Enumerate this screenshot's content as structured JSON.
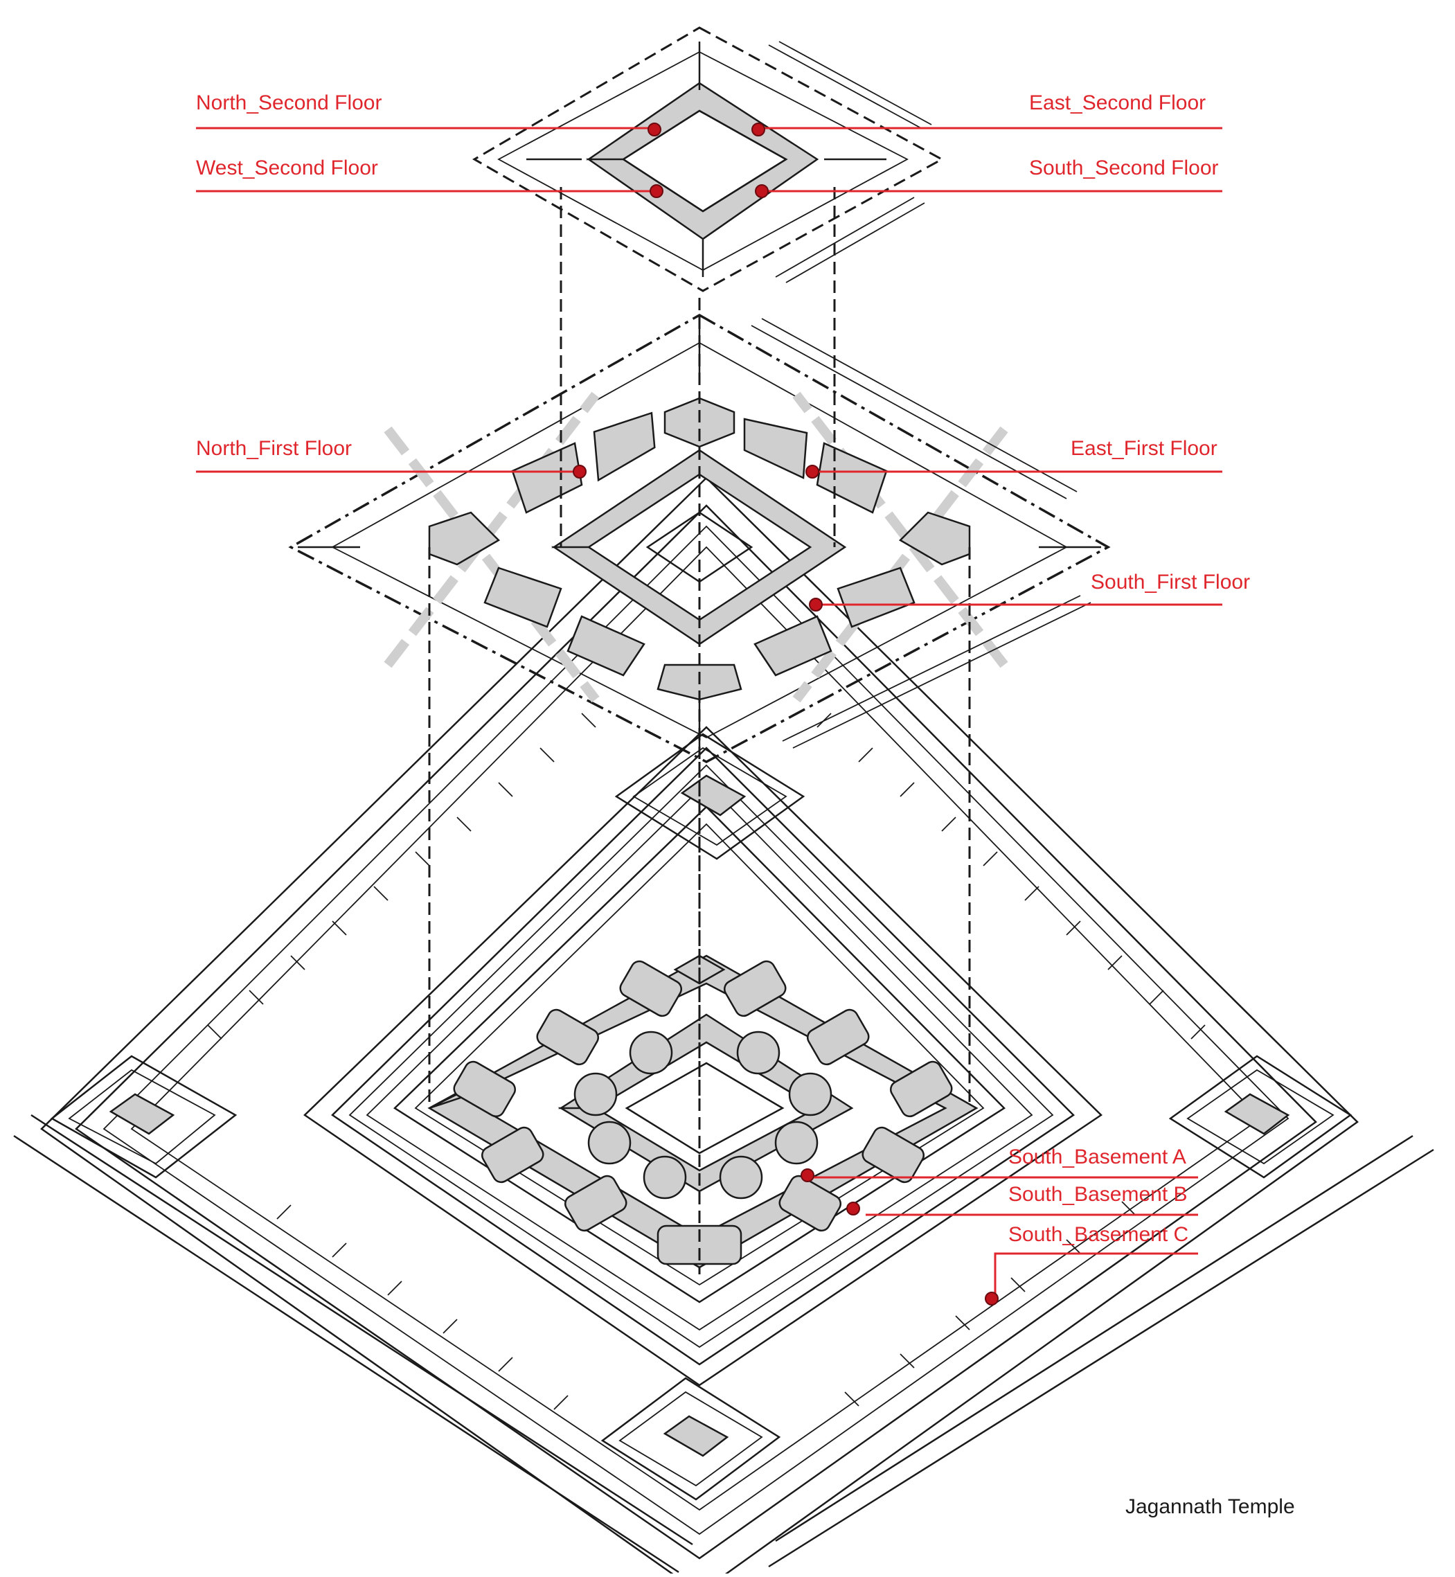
{
  "diagram": {
    "caption": "Jagannath Temple",
    "sensor_labels": [
      {
        "id": "north-second",
        "text": "North_Second Floor"
      },
      {
        "id": "east-second",
        "text": "East_Second Floor"
      },
      {
        "id": "west-second",
        "text": "West_Second Floor"
      },
      {
        "id": "south-second",
        "text": "South_Second Floor"
      },
      {
        "id": "north-first",
        "text": "North_First Floor"
      },
      {
        "id": "east-first",
        "text": "East_First Floor"
      },
      {
        "id": "south-first",
        "text": "South_First Floor"
      },
      {
        "id": "south-basement-a",
        "text": "South_Basement A"
      },
      {
        "id": "south-basement-b",
        "text": "South_Basement B"
      },
      {
        "id": "south-basement-c",
        "text": "South_Basement C"
      }
    ],
    "colors": {
      "label": "#e0262d",
      "marker": "#c0131c",
      "linework": "#1a1a1a",
      "fill": "#cfcfcf"
    }
  }
}
